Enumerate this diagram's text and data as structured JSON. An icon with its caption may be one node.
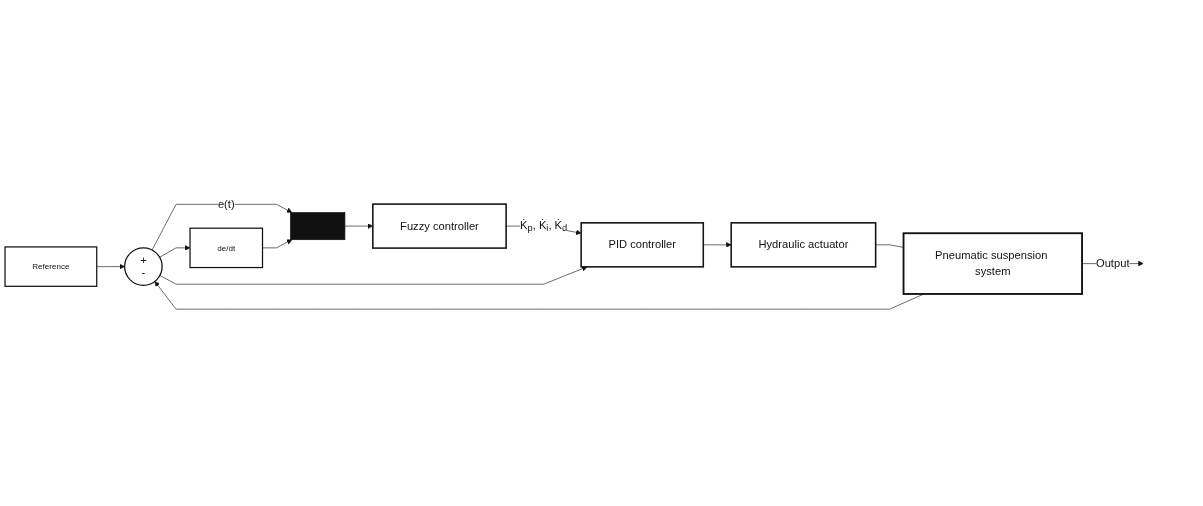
{
  "diagram": {
    "nodes": [
      {
        "text": [
          "Reference"
        ]
      },
      {
        "text": [
          "+",
          "-"
        ]
      },
      {
        "text": [
          "de/dt"
        ]
      },
      {
        "text": [],
        "shape": "bar"
      },
      {
        "text": [
          "Fuzzy controller"
        ]
      },
      {
        "text": [
          "PID controller"
        ]
      },
      {
        "text": [
          "Hydraulic actuator"
        ]
      },
      {
        "text": [
          "Pneumatic suspension system"
        ]
      }
    ],
    "edges": [
      {
        "from": 0,
        "to": 1,
        "arrow": "to"
      },
      {
        "from": 1,
        "to": 3,
        "arrow": "to",
        "label": "e(t)"
      },
      {
        "from": 1,
        "to": 2,
        "arrow": "to"
      },
      {
        "from": 2,
        "to": 3,
        "arrow": "to"
      },
      {
        "from": 3,
        "to": 4,
        "arrow": "to"
      },
      {
        "from": 4,
        "to": 5,
        "arrow": "to",
        "label": "K̇$_{p}$, K̇$_{i}$, K̇$_{d}$"
      },
      {
        "from": 1,
        "to": 5,
        "arrow": "to"
      },
      {
        "from": 5,
        "to": 6,
        "arrow": "to"
      },
      {
        "from": 6,
        "to": 7,
        "arrow": "none"
      },
      {
        "from": 7,
        "to": null,
        "arrow": "to",
        "label": "Output"
      },
      {
        "from": 7,
        "to": 1,
        "arrow": "to"
      }
    ]
  }
}
